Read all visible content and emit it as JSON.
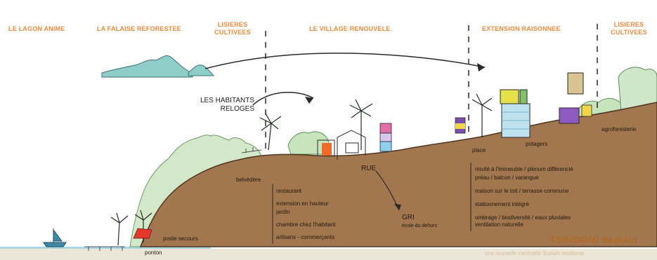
{
  "zones": {
    "lagon": "LE LAGON ANIME",
    "falaise": "LA FALAISE REFORESTEE",
    "lisieres_left": "LISIERES\nCULTIVEES",
    "village": "LE VILLAGE RENOUVELE",
    "extension": "EXTENSION RAISONNEE",
    "lisieres_right": "LISIERES\nCULTIVEES"
  },
  "habitants": "LES HABITANTS\nRELOGES",
  "labels": {
    "belvedere": "belvédère",
    "rue": "RUE",
    "place": "place",
    "potagers": "potagers",
    "agroforesterie": "agroforesterie",
    "poste_secours": "poste secours",
    "ponton": "ponton",
    "gri": "GRI",
    "ecole": "école du dehors"
  },
  "village_list": [
    "restaurant",
    "extension en hauteur",
    "jardin",
    "chambre chez l'habitant",
    "artisans - commerçants"
  ],
  "extension_list": [
    "mixité à l'immeuble / plénum différencié",
    "préau / balcon / varangue",
    "maison sur le toit / terrasse commune",
    "stationnement intégré",
    "ombrage / biodiversité / eaux pluviales",
    "ventilation naturelle"
  ],
  "title": "TSINGONI demain",
  "subtitle": "une nouvelle centralité fluviale résiliente",
  "colors": {
    "ground": "#a2764f",
    "sea": "#a8d8e4",
    "vegetation": "#cfe6c8",
    "zone_label": "#ee8a3c",
    "title": "#b06a24"
  }
}
